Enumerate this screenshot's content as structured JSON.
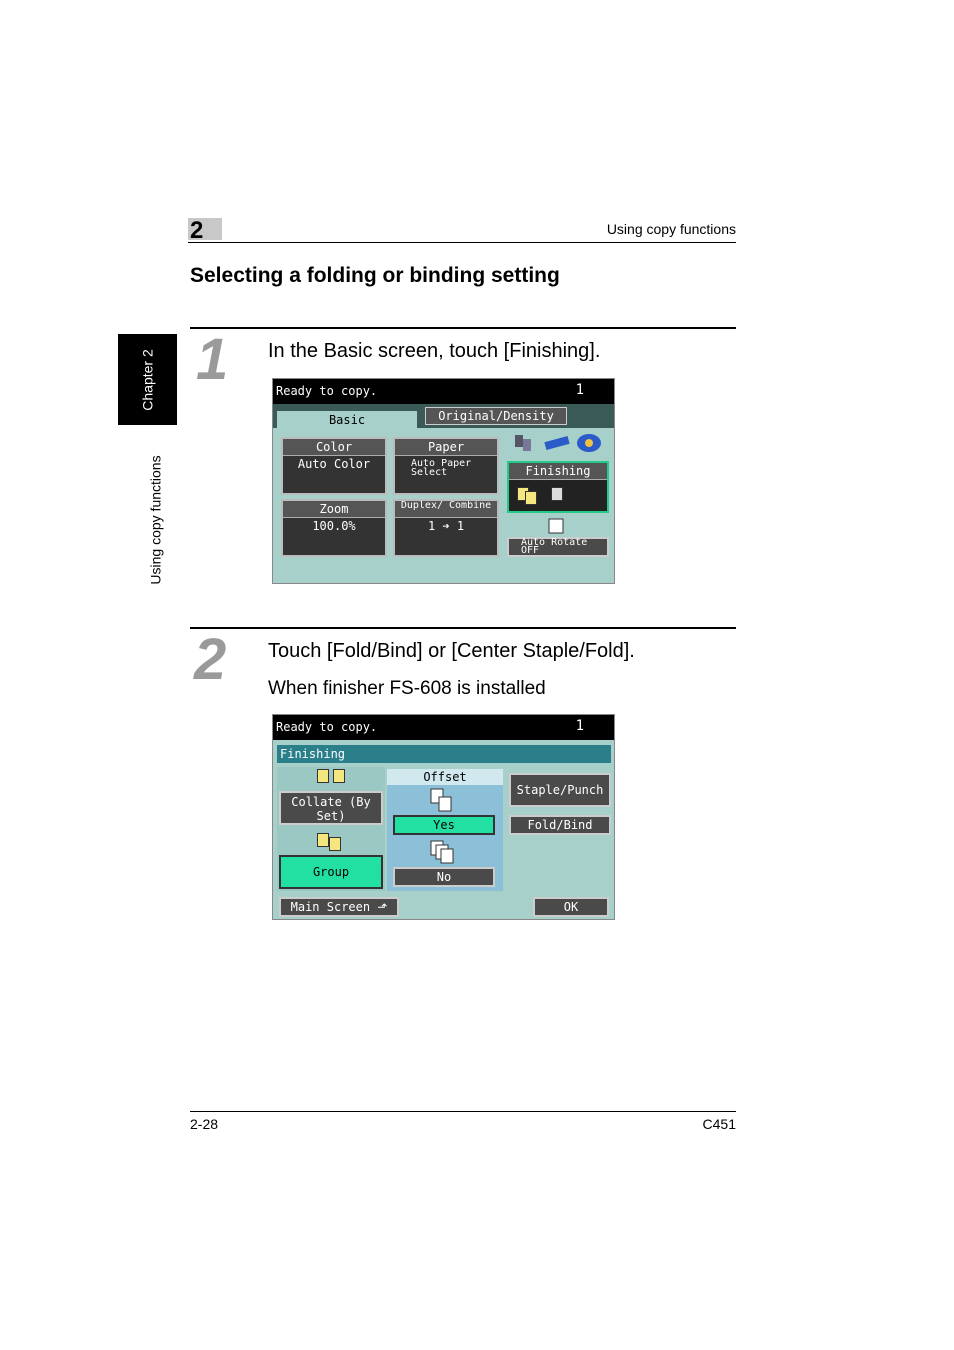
{
  "header": {
    "chapter_number": "2",
    "running_title": "Using copy functions"
  },
  "section_title": "Selecting a folding or binding setting",
  "side_tab": {
    "chapter_label": "Chapter 2",
    "section_label": "Using copy functions"
  },
  "steps": [
    {
      "number": "1",
      "text": "In the Basic screen, touch [Finishing]."
    },
    {
      "number": "2",
      "text": "Touch [Fold/Bind] or [Center Staple/Fold].",
      "note": "When finisher FS-608 is installed"
    }
  ],
  "screen1": {
    "status": "Ready to copy.",
    "count": "1",
    "tabs": {
      "basic": "Basic",
      "original_density": "Original/Density"
    },
    "color": {
      "title": "Color",
      "value": "Auto Color"
    },
    "paper": {
      "title": "Paper",
      "value": "Auto Paper Select"
    },
    "finishing": {
      "title": "Finishing"
    },
    "zoom": {
      "title": "Zoom",
      "value": "100.0%"
    },
    "duplex": {
      "title": "Duplex/ Combine",
      "value": "1 ➔ 1"
    },
    "auto_rotate": "Auto Rotate OFF"
  },
  "screen2": {
    "status": "Ready to copy.",
    "count": "1",
    "title": "Finishing",
    "collate": "Collate (By Set)",
    "group": "Group",
    "offset_label": "Offset",
    "yes": "Yes",
    "no": "No",
    "staple_punch": "Staple/Punch",
    "fold_bind": "Fold/Bind",
    "main_screen": "Main Screen",
    "ok": "OK"
  },
  "footer": {
    "page": "2-28",
    "model": "C451"
  }
}
